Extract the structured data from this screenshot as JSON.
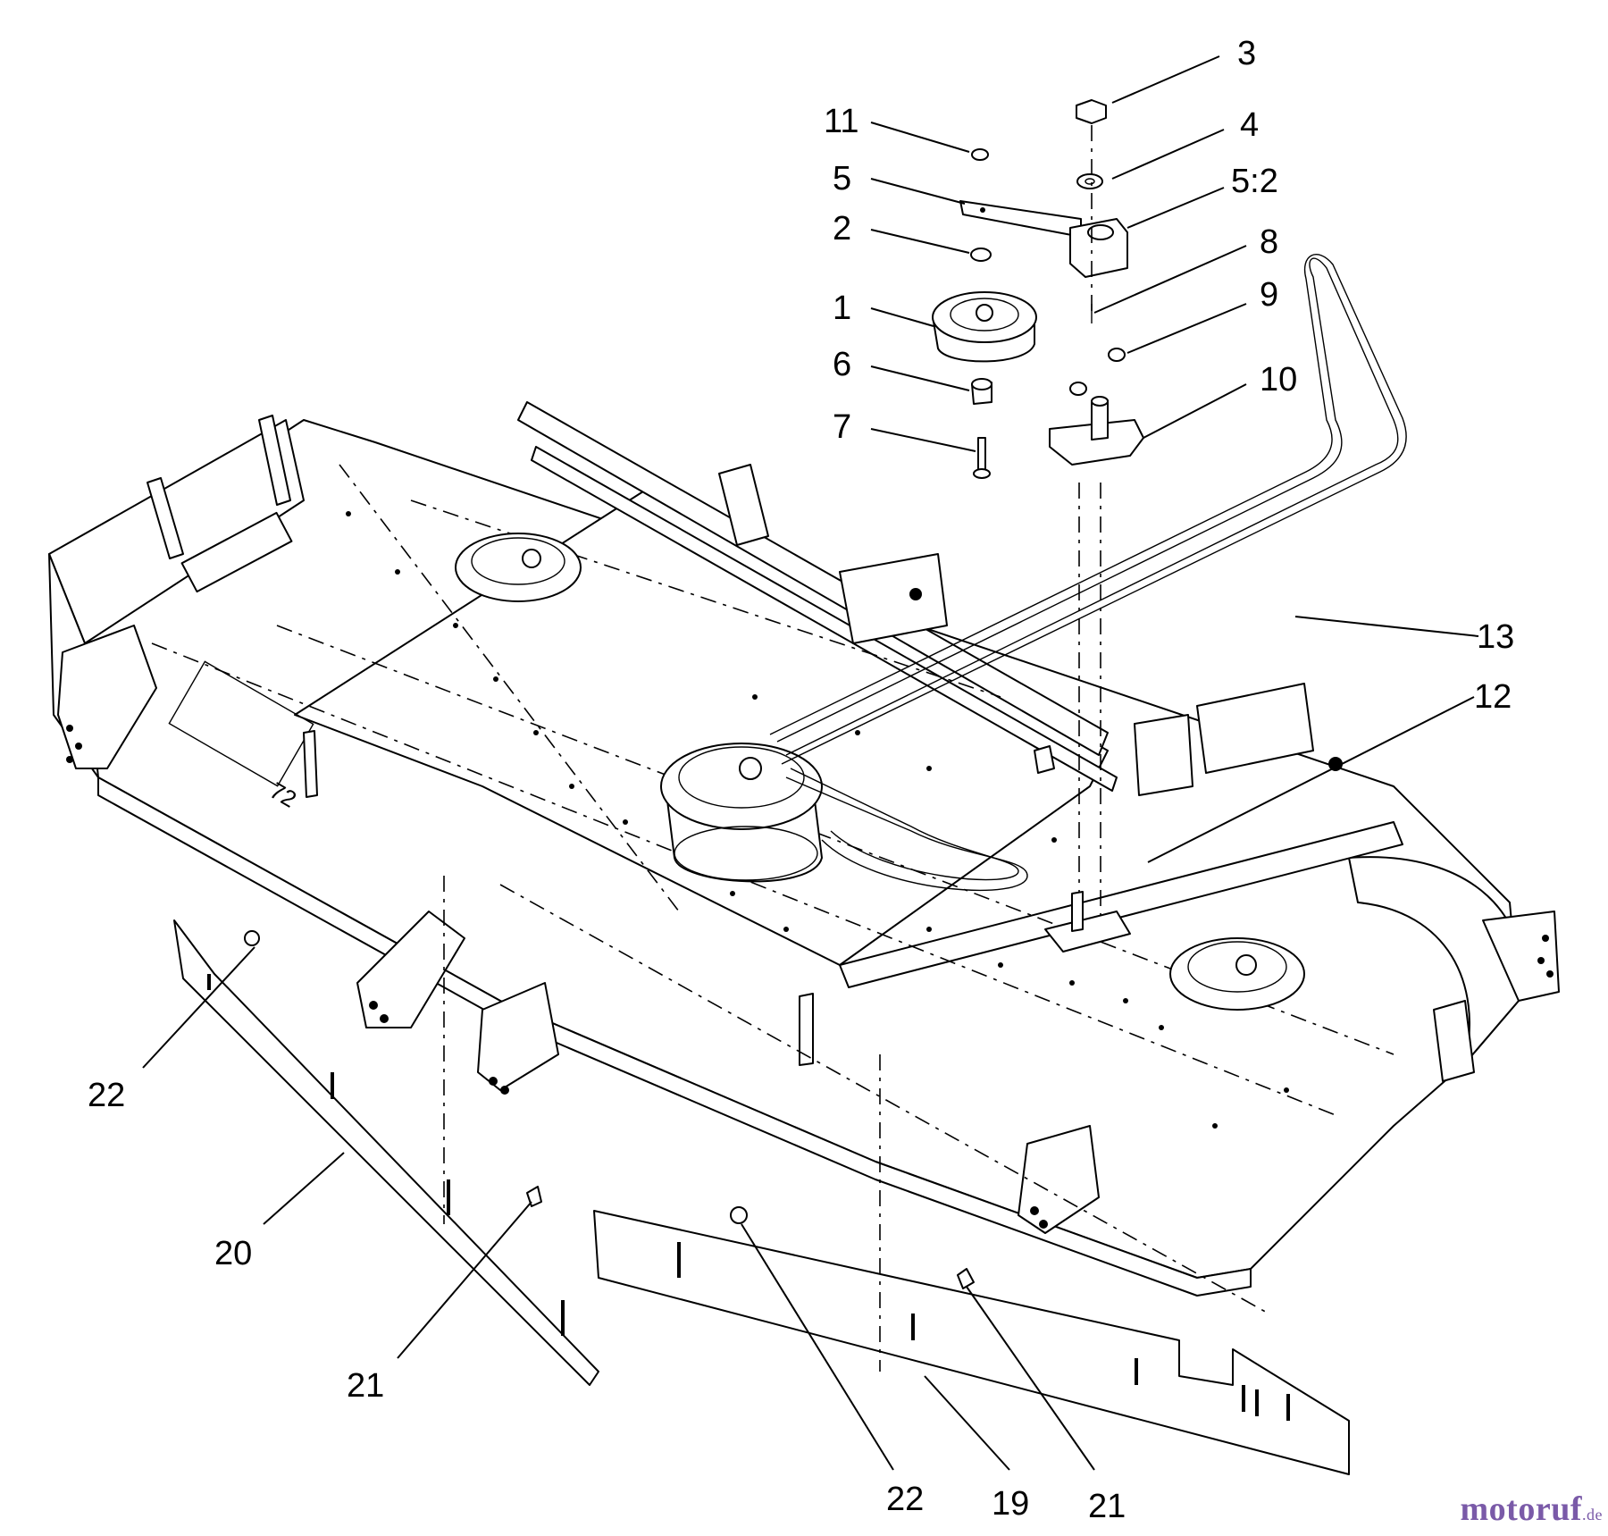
{
  "diagram": {
    "callouts": [
      {
        "id": "3",
        "label": "3"
      },
      {
        "id": "11",
        "label": "11"
      },
      {
        "id": "4",
        "label": "4"
      },
      {
        "id": "5",
        "label": "5"
      },
      {
        "id": "5-2",
        "label": "5:2"
      },
      {
        "id": "2",
        "label": "2"
      },
      {
        "id": "8",
        "label": "8"
      },
      {
        "id": "1",
        "label": "1"
      },
      {
        "id": "9",
        "label": "9"
      },
      {
        "id": "6",
        "label": "6"
      },
      {
        "id": "10",
        "label": "10"
      },
      {
        "id": "7",
        "label": "7"
      },
      {
        "id": "13",
        "label": "13"
      },
      {
        "id": "12",
        "label": "12"
      },
      {
        "id": "22-left",
        "label": "22"
      },
      {
        "id": "20",
        "label": "20"
      },
      {
        "id": "21-left",
        "label": "21"
      },
      {
        "id": "22-bottom",
        "label": "22"
      },
      {
        "id": "19",
        "label": "19"
      },
      {
        "id": "21-bottom",
        "label": "21"
      }
    ],
    "deck_decal": "72"
  },
  "watermark": {
    "main": "motoruf",
    "suffix": ".de"
  }
}
